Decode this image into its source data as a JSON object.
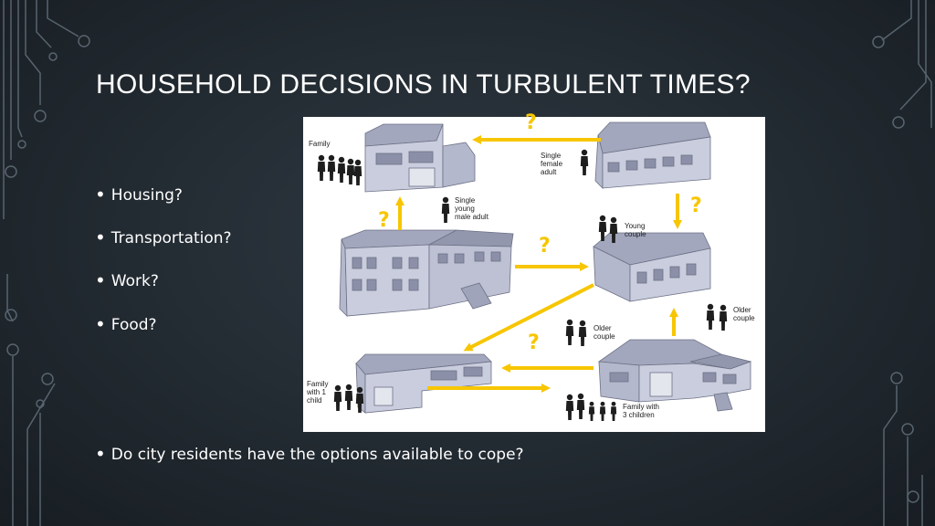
{
  "slide": {
    "title": "HOUSEHOLD DECISIONS IN TURBULENT TIMES?",
    "bullets": [
      "Housing?",
      "Transportation?",
      "Work?",
      "Food?"
    ],
    "closing_bullet": "Do city residents have the options available to cope?",
    "bullet_glyph": "•"
  },
  "diagram": {
    "labels": {
      "family": "Family",
      "single_female": [
        "Single",
        "female",
        "adult"
      ],
      "single_male": [
        "Single",
        "young",
        "male adult"
      ],
      "young_couple": [
        "Young",
        "couple"
      ],
      "older_couple_right": [
        "Older",
        "couple"
      ],
      "older_couple_mid": [
        "Older",
        "couple"
      ],
      "family_one_child": [
        "Family",
        "with 1",
        "child"
      ],
      "family_three_children": [
        "Family with",
        "3 children"
      ]
    },
    "question_mark": "?"
  },
  "colors": {
    "arrow": "#f7c600",
    "house_wall": "#c9cddd",
    "house_roof": "#9fa4ba",
    "diagram_bg": "#ffffff",
    "text": "#ffffff"
  },
  "icons": [
    "circuit-decoration-left",
    "circuit-decoration-right",
    "person-silhouette-icon"
  ]
}
